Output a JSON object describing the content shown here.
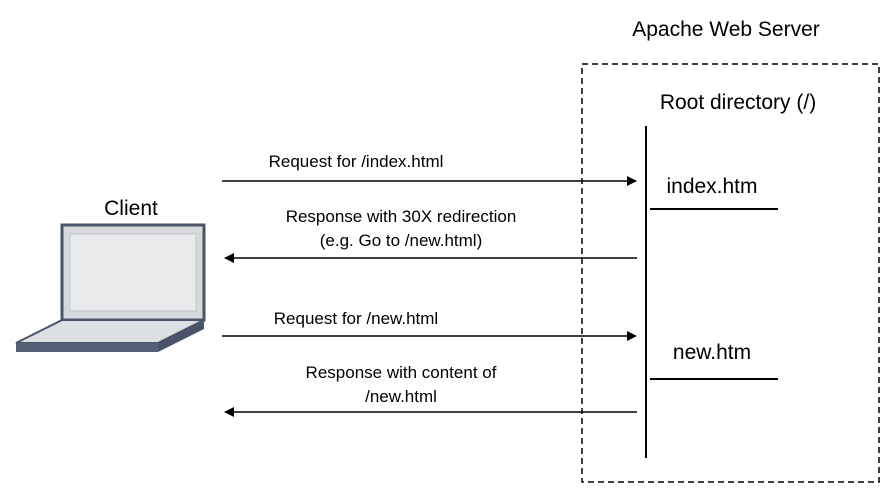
{
  "server": {
    "title": "Apache Web Server",
    "root_directory": "Root directory (/)",
    "files": [
      "index.htm",
      "new.htm"
    ]
  },
  "client": {
    "label": "Client"
  },
  "messages": [
    {
      "direction": "to-server",
      "lines": [
        "Request for /index.html"
      ]
    },
    {
      "direction": "to-client",
      "lines": [
        "Response with 30X redirection",
        "(e.g. Go to /new.html)"
      ]
    },
    {
      "direction": "to-server",
      "lines": [
        "Request for /new.html"
      ]
    },
    {
      "direction": "to-client",
      "lines": [
        "Response with content of",
        "/new.html"
      ]
    }
  ],
  "colors": {
    "laptop_frame": "#4a5468",
    "laptop_screen_bezel": "#d5d8dd",
    "laptop_screen": "#e9eaec",
    "laptop_base": "#dcdfe3",
    "laptop_shadow": "#566178",
    "lines": "#000000"
  }
}
